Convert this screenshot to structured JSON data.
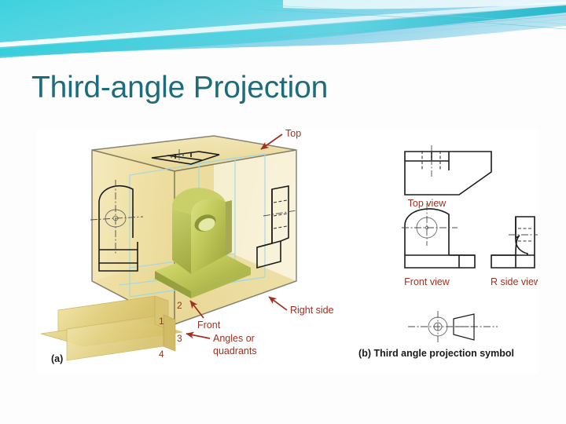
{
  "slide": {
    "title": "Third-angle Projection",
    "title_color": "#1C6C7C",
    "background_color": "#fdfdfd"
  },
  "banner": {
    "name": "decorative-wave-banner",
    "gradient_from": "#3FD0DC",
    "gradient_to": "#8FD3E8",
    "accent_color": "#2BBFD0"
  },
  "figure": {
    "caption_a": "(a)",
    "caption_b": "(b)  Third angle projection symbol",
    "glass_box": {
      "label_top": "Top",
      "label_front": "Front",
      "label_right_side": "Right side",
      "label_quadrants_line1": "Angles or",
      "label_quadrants_line2": "quadrants",
      "quadrant_numbers": [
        "1",
        "2",
        "3",
        "4"
      ],
      "box_color": "#EFE0A4",
      "part_color": "#C8CE63",
      "projector_color": "#9ed8e4"
    },
    "orthographic_views": [
      {
        "label": "Top view"
      },
      {
        "label": "Front view"
      },
      {
        "label": "R side view"
      }
    ],
    "label_color": "#9E3021"
  }
}
